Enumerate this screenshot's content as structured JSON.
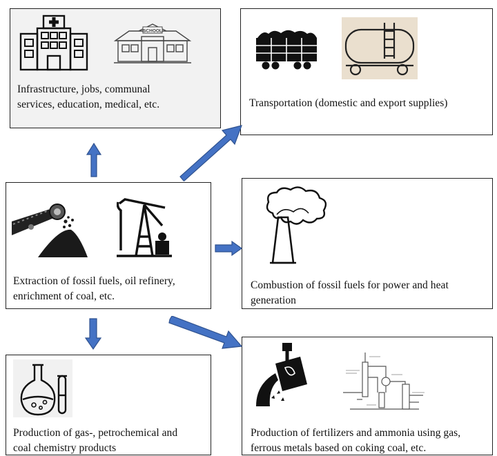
{
  "boxes": {
    "infrastructure": {
      "text": "Infrastructure, jobs, communal services, education, medical, etc.",
      "line1": "Infrastructure, jobs, communal",
      "line2": "services, education, medical, etc.",
      "school_sign": "SCHOOL"
    },
    "transportation": {
      "text": "Transportation (domestic and export supplies)"
    },
    "extraction": {
      "line1": "Extraction of fossil fuels, oil refinery,",
      "line2": "enrichment of coal, etc."
    },
    "combustion": {
      "line1": "Combustion of fossil fuels for power and heat",
      "line2": "generation"
    },
    "gas_chemistry": {
      "line1": "Production of gas-, petrochemical and",
      "line2": "coal chemistry products"
    },
    "fertilizers": {
      "line1": "Production of fertilizers and ammonia using gas,",
      "line2": "ferrous metals based on coking coal, etc."
    }
  },
  "colors": {
    "arrow": "#4472c4",
    "arrow_stroke": "#2f528f",
    "shaded_box": "#f2f2f2",
    "tank_bg": "#eadfce"
  },
  "icons": [
    "hospital-icon",
    "school-icon",
    "coal-wagon-icon",
    "tank-car-icon",
    "conveyor-coal-icon",
    "oil-pump-icon",
    "smokestack-icon",
    "molten-metal-icon",
    "chemical-plant-icon",
    "flask-icon"
  ]
}
